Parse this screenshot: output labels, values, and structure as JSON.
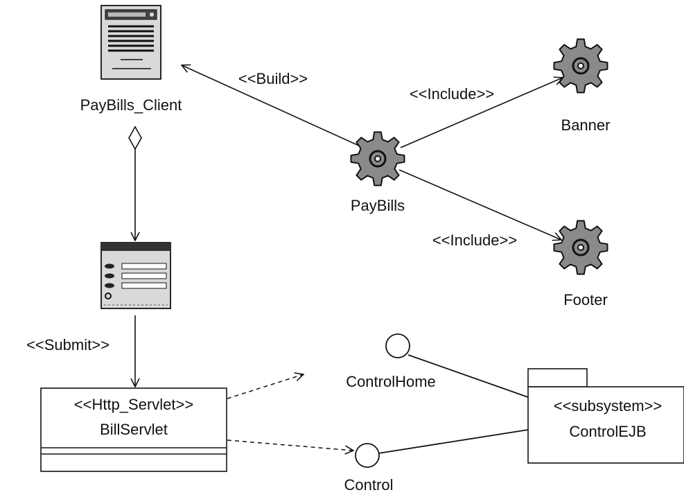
{
  "nodes": {
    "paybills_client": "PayBills_Client",
    "paybills": "PayBills",
    "banner": "Banner",
    "footer": "Footer",
    "billservlet_stereotype": "<<Http_Servlet>>",
    "billservlet_name": "BillServlet",
    "controlejb_stereotype": "<<subsystem>>",
    "controlejb_name": "ControlEJB",
    "controlhome": "ControlHome",
    "control": "Control"
  },
  "edges": {
    "build": "<<Build>>",
    "include_banner": "<<Include>>",
    "include_footer": "<<Include>>",
    "submit": "<<Submit>>"
  },
  "colors": {
    "line": "#111111",
    "gear_fill": "#8a8a8a",
    "page_fill": "#d9d9d9",
    "background": "#ffffff"
  },
  "icons": [
    "client-page-icon",
    "form-page-icon",
    "gear-icon"
  ]
}
